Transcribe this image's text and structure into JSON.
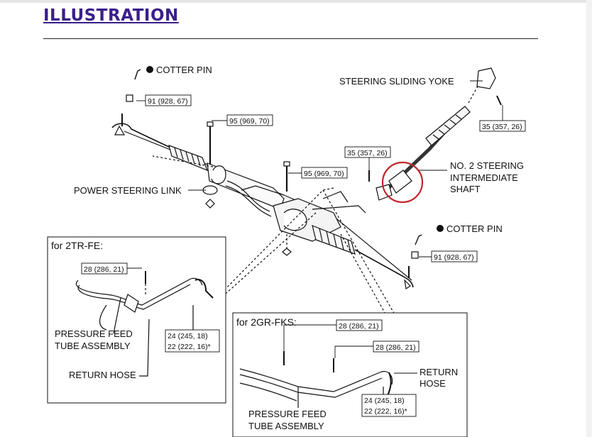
{
  "header": {
    "title": "ILLUSTRATION"
  },
  "labels": {
    "cotter_pin_top": "COTTER PIN",
    "cotter_pin_right": "COTTER PIN",
    "steering_sliding_yoke": "STEERING SLIDING YOKE",
    "intermediate_shaft_line1": "NO. 2 STEERING",
    "intermediate_shaft_line2": "INTERMEDIATE",
    "intermediate_shaft_line3": "SHAFT",
    "power_steering_link": "POWER STEERING LINK",
    "pressure_feed_line1": "PRESSURE FEED",
    "pressure_feed_line2": "TUBE ASSEMBLY",
    "return_hose": "RETURN HOSE",
    "return_hose_b1": "RETURN",
    "return_hose_b2": "HOSE",
    "pressure_feed_b1": "PRESSURE FEED",
    "pressure_feed_b2": "TUBE ASSEMBLY"
  },
  "insets": {
    "a_title": "for 2TR-FE:",
    "b_title": "for 2GR-FKS:"
  },
  "torque": {
    "t1": "91 (928, 67)",
    "t2": "95 (969, 70)",
    "t3": "35 (357, 26)",
    "t4": "35 (357, 26)",
    "t5": "95 (969, 70)",
    "t6": "91 (928, 67)",
    "t7": "28 (286, 21)",
    "t8a": "24 (245, 18)",
    "t8b": "22 (222, 16)*",
    "t9": "28 (286, 21)",
    "t10": "28 (286, 21)",
    "t11a": "24 (245, 18)",
    "t11b": "22 (222, 16)*"
  },
  "colors": {
    "title": "#3a1f8a",
    "highlight_circle": "#c0282d"
  }
}
